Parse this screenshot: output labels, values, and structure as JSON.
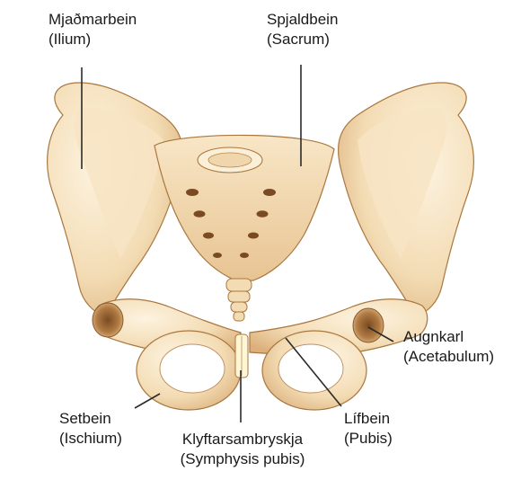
{
  "labels": {
    "ilium": {
      "name": "Mjaðmarbein",
      "latin": "(Ilium)"
    },
    "sacrum": {
      "name": "Spjaldbein",
      "latin": "(Sacrum)"
    },
    "acetabulum": {
      "name": "Augnkarl",
      "latin": "(Acetabulum)"
    },
    "ischium": {
      "name": "Setbein",
      "latin": "(Ischium)"
    },
    "pubis": {
      "name": "Lífbein",
      "latin": "(Pubis)"
    },
    "symphysis": {
      "name": "Klyftarsambryskja",
      "latin": "(Symphysis pubis)"
    }
  },
  "colors": {
    "bone_fill": "#f3dcb4",
    "bone_light": "#fbefd8",
    "bone_shadow": "#dcb07c",
    "bone_outline": "#a9773f",
    "foramen": "#8a5a2a",
    "cartilage": "#fff6d6",
    "leader_line": "#2b2b2b"
  }
}
